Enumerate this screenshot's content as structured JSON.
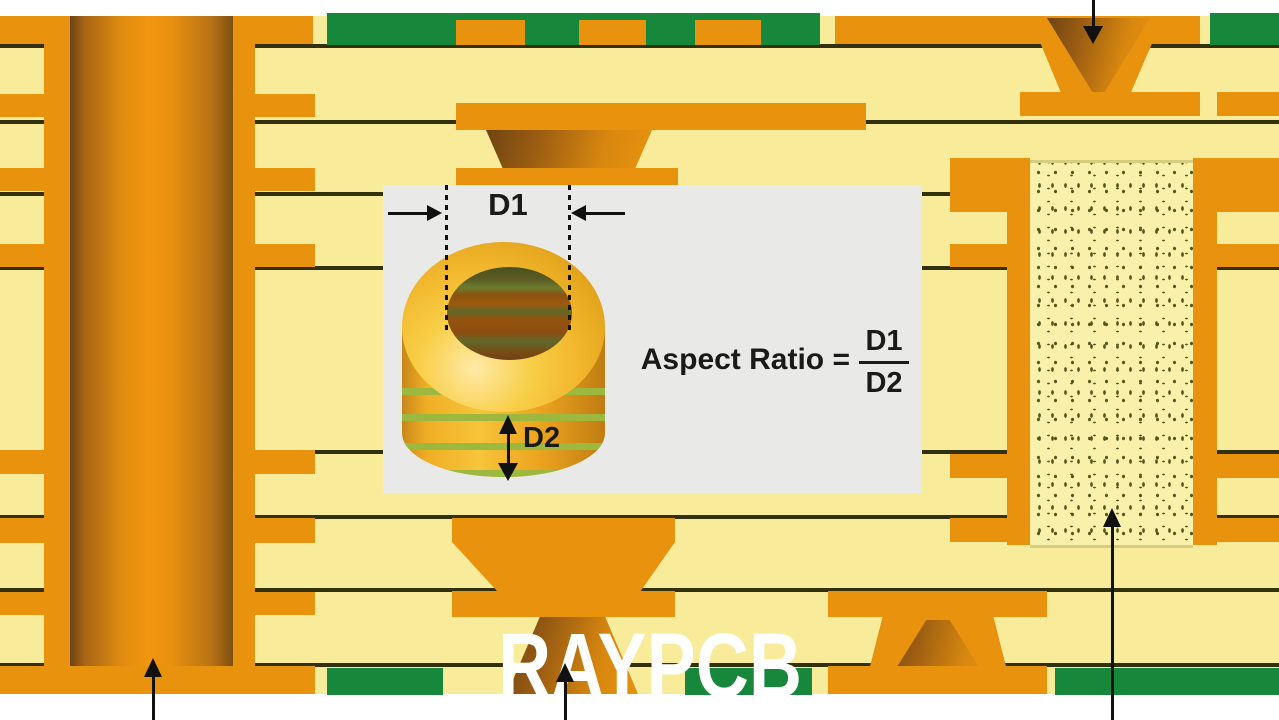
{
  "inset": {
    "d1_label": "D1",
    "d2_label": "D2",
    "formula_text": "Aspect Ratio =",
    "fraction_numerator": "D1",
    "fraction_denominator": "D2"
  },
  "watermark": "RAYPCB",
  "colors": {
    "substrate_yellow": "#f8eb9a",
    "copper_orange": "#e8920e",
    "solder_green": "#16873b",
    "layer_line": "#32300e",
    "panel_gray": "#e9e9e8",
    "barrel_stripe_green": "#9cb83e",
    "fill_speckle_bg": "#f9f0ac",
    "speckle_dot": "#55551c",
    "arrow_black": "#111111",
    "text_dark": "#1a1a1a",
    "watermark_white": "#ffffff"
  }
}
